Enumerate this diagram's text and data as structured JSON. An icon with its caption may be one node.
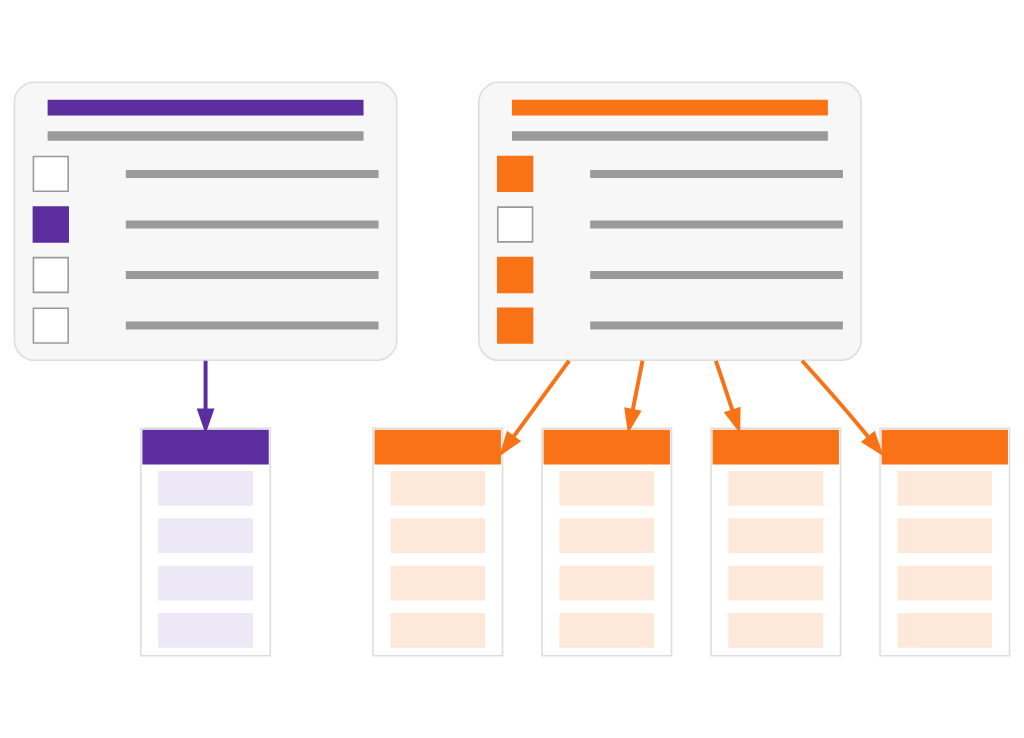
{
  "diagram": {
    "nodes": [
      {
        "text": [],
        "shape": "picture"
      },
      {
        "text": [],
        "shape": "box"
      },
      {
        "text": [],
        "shape": "picture"
      },
      {
        "text": [],
        "shape": "box"
      },
      {
        "text": [],
        "shape": "box"
      },
      {
        "text": [],
        "shape": "box"
      },
      {
        "text": [],
        "shape": "box"
      }
    ],
    "edges": [
      {
        "from": 0,
        "to": 1,
        "arrow": "to",
        "color": "#5b2d9e"
      },
      {
        "from": 2,
        "to": 3,
        "arrow": "to"
      },
      {
        "from": 2,
        "to": 4,
        "arrow": "to"
      },
      {
        "from": 2,
        "to": 5,
        "arrow": "to"
      },
      {
        "from": 2,
        "to": 6,
        "arrow": "to"
      }
    ]
  }
}
